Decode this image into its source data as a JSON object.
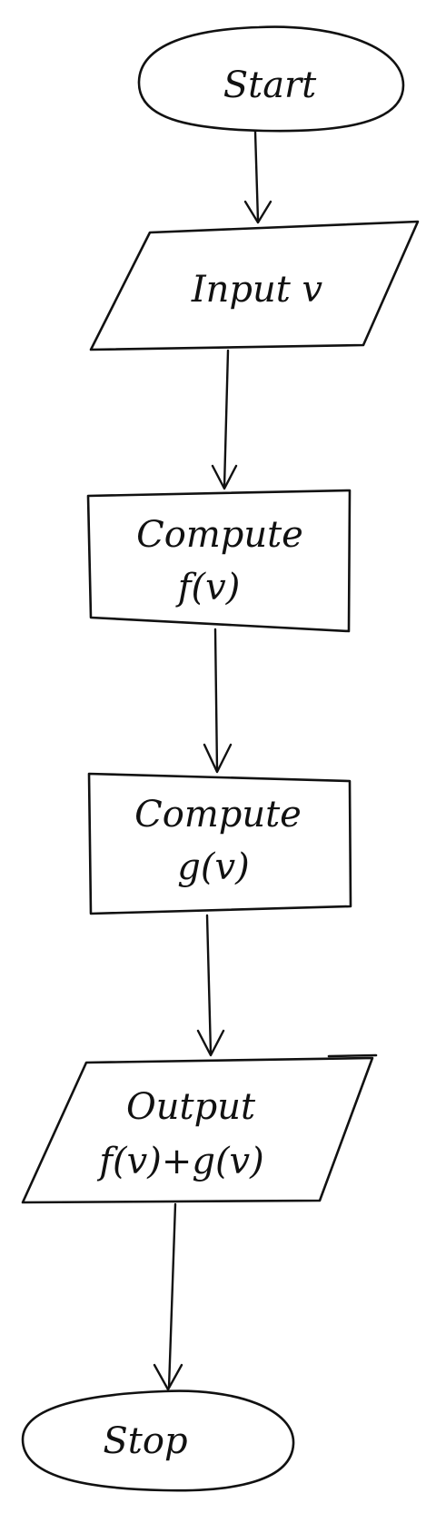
{
  "diagram": {
    "nodes": {
      "start": {
        "shape": "terminal",
        "lines": [
          "Start"
        ]
      },
      "input": {
        "shape": "input-output",
        "lines": [
          "Input v"
        ]
      },
      "compute_f": {
        "shape": "process",
        "lines": [
          "Compute",
          "f(v)"
        ]
      },
      "compute_g": {
        "shape": "process",
        "lines": [
          "Compute",
          "g(v)"
        ]
      },
      "output": {
        "shape": "input-output",
        "lines": [
          "Output",
          "f(v)+g(v)"
        ]
      },
      "stop": {
        "shape": "terminal",
        "lines": [
          "Stop"
        ]
      }
    },
    "edges": [
      {
        "from": "start",
        "to": "input"
      },
      {
        "from": "input",
        "to": "compute_f"
      },
      {
        "from": "compute_f",
        "to": "compute_g"
      },
      {
        "from": "compute_g",
        "to": "output"
      },
      {
        "from": "output",
        "to": "stop"
      }
    ]
  }
}
